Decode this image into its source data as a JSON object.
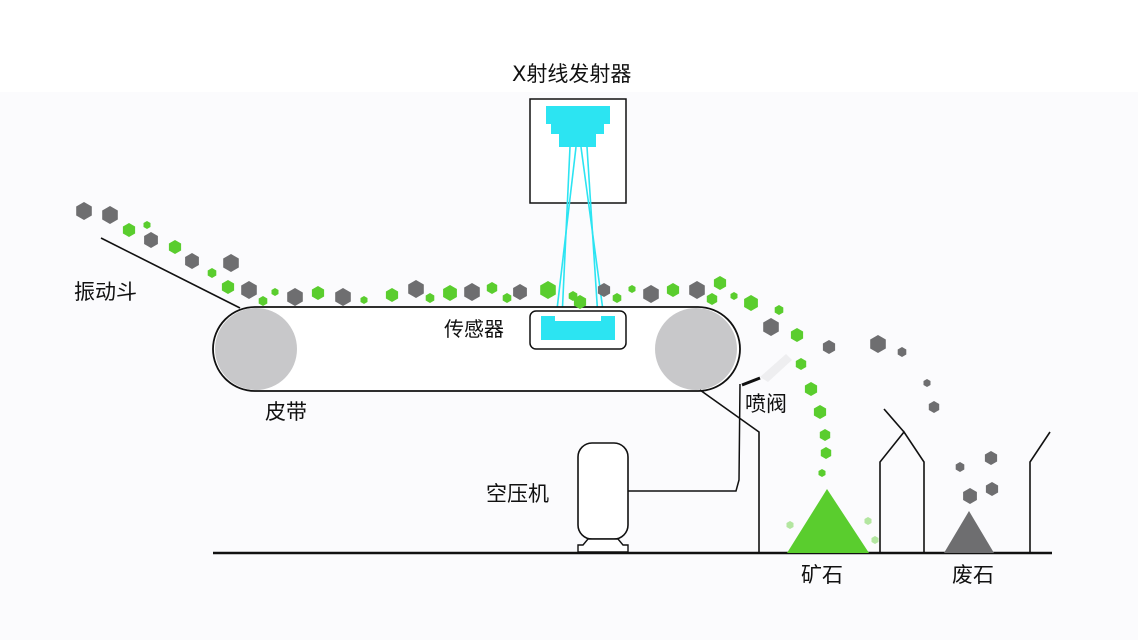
{
  "labels": {
    "xray_emitter": "X射线发射器",
    "vibrating_hopper": "振动斗",
    "belt": "皮带",
    "sensor": "传感器",
    "valve": "喷阀",
    "compressor": "空压机",
    "ore": "矿石",
    "waste": "废石"
  },
  "colors": {
    "ore": "#5ACD2E",
    "waste": "#6E6E70",
    "xray": "#2CE4F2",
    "roller": "#C8C8CA",
    "line": "#111111"
  }
}
